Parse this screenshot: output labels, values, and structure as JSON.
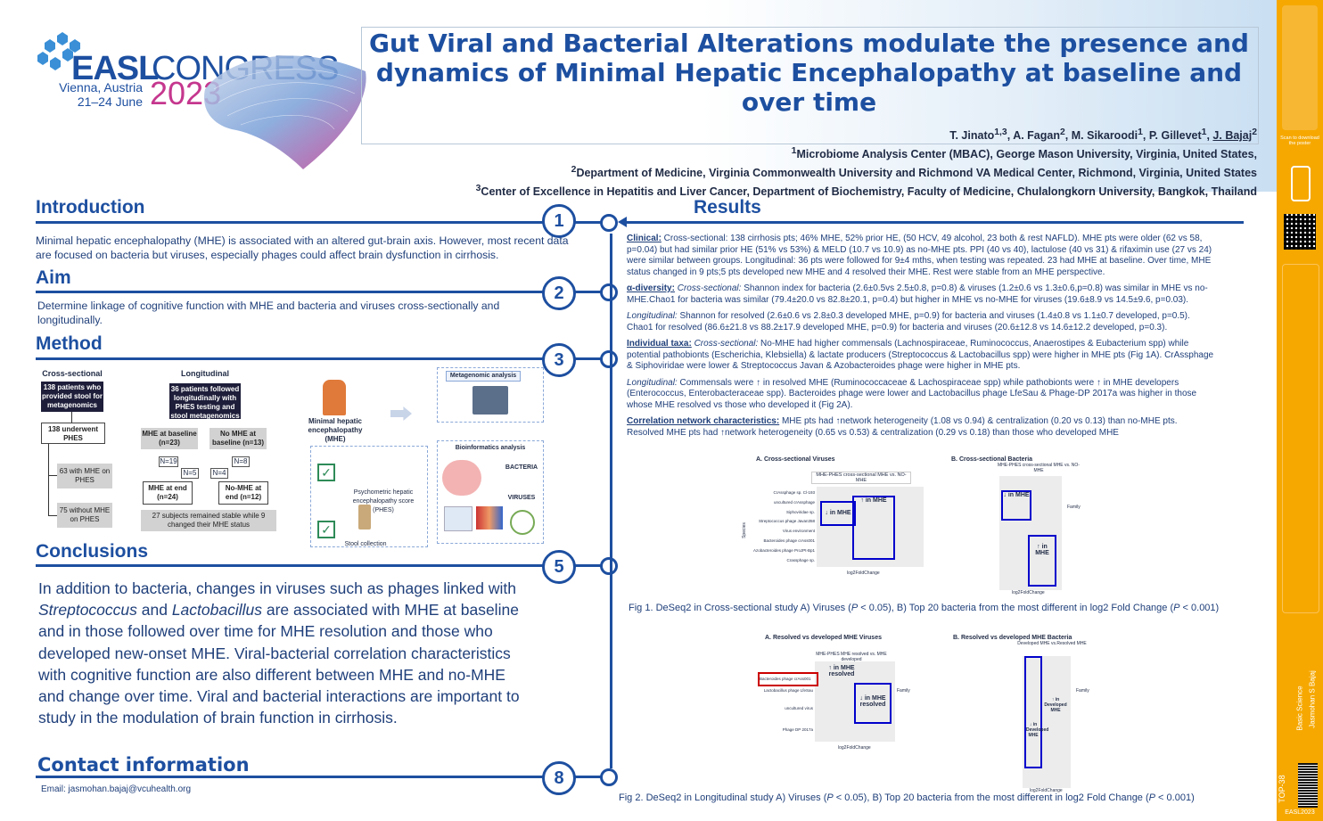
{
  "header": {
    "logo_text": "EASL",
    "congress_text": "CONGRESS",
    "location": "Vienna, Austria",
    "dates": "21–24 June",
    "year": "2023",
    "title": "Gut Viral and Bacterial Alterations modulate the presence and dynamics of Minimal Hepatic Encephalopathy at baseline and over time",
    "authors": {
      "a1": "T. Jinato",
      "a1_sup": "1,3",
      "a2": "A. Fagan",
      "a2_sup": "2",
      "a3": "M. Sikaroodi",
      "a3_sup": "1",
      "a4": "P. Gillevet",
      "a4_sup": "1",
      "a5": "J. Bajaj",
      "a5_sup": "2"
    },
    "affiliations": [
      "Microbiome Analysis Center (MBAC), George Mason University, Virginia, United States,",
      "Department of Medicine, Virginia Commonwealth University and Richmond VA Medical Center, Richmond, Virginia, United States",
      "Center of Excellence in Hepatitis and Liver Cancer, Department of Biochemistry, Faculty of Medicine, Chulalongkorn University, Bangkok, Thailand"
    ],
    "affiliation_nums": [
      "1",
      "2",
      "3"
    ]
  },
  "sections": {
    "introduction": {
      "heading": "Introduction",
      "number": "1",
      "text": "Minimal hepatic encephalopathy (MHE) is associated with an altered gut-brain axis. However, most recent data are focused on bacteria but viruses, especially phages could affect brain dysfunction in cirrhosis."
    },
    "aim": {
      "heading": "Aim",
      "number": "2",
      "text": "Determine linkage of cognitive function with MHE and bacteria and viruses cross-sectionally and longitudinally."
    },
    "method": {
      "heading": "Method",
      "number": "3",
      "cross_title": "Cross-sectional",
      "long_title": "Longitudinal",
      "cross_boxes": [
        "138 patients who provided stool for metagenomics",
        "138 underwent PHES",
        "63 with MHE on PHES",
        "75 without MHE on PHES"
      ],
      "long_boxes": [
        "36 patients followed longitudinally with PHES testing and stool metagenomics",
        "MHE at baseline (n=23)",
        "No MHE at baseline (n=13)",
        "MHE at end (n=24)",
        "No-MHE at end (n=12)"
      ],
      "long_n": [
        "N=19",
        "N=5",
        "N=4",
        "N=8"
      ],
      "long_note": "27 subjects remained stable while 9 changed their MHE status",
      "meta_title": "Metagenomic analysis",
      "patient_label": "Minimal hepatic encephalopathy (MHE)",
      "phes_label": "Psychometric hepatic encephalopathy score (PHES)",
      "stool_label": "Stool collection",
      "bio_title": "Bioinformatics analysis",
      "bacteria_label": "BACTERIA",
      "viruses_label": "VIRUSES"
    },
    "conclusions": {
      "heading": "Conclusions",
      "number": "5",
      "t1": "In addition to bacteria, changes in viruses such as phages linked with ",
      "i1": "Streptococcus",
      "t2": " and ",
      "i2": "Lactobacillus",
      "t3": " are associated with MHE at baseline and in those followed over time for MHE resolution and those who developed new-onset MHE. Viral-bacterial correlation characteristics with cognitive function are also different between MHE and no-MHE and change over time. Viral and bacterial interactions are important to study in the modulation of brain function in cirrhosis."
    },
    "contact": {
      "heading": "Contact information",
      "number": "8",
      "email": "Email: jasmohan.bajaj@vcuhealth.org"
    },
    "results": {
      "heading": "Results",
      "clinical_label": "Clinical:",
      "clinical_text": " Cross-sectional: 138 cirrhosis pts; 46% MHE, 52% prior HE, (50 HCV, 49 alcohol, 23 both & rest NAFLD). MHE pts were older (62 vs 58, p=0.04) but had similar prior HE (51% vs 53%) & MELD (10.7 vs 10.9) as no-MHE pts. PPI (40 vs 40), lactulose (40 vs 31) & rifaximin use (27 vs 24) were similar between groups. Longitudinal: 36 pts were followed for 9±4 mths, when testing was repeated. 23 had MHE at baseline. Over time, MHE status changed in 9 pts;5 pts developed new MHE and 4 resolved their MHE. Rest were stable from an MHE perspective.",
      "alpha_label": "α-diversity:",
      "alpha_cs": "Cross-sectional:",
      "alpha_text": " Shannon index for bacteria (2.6±0.5vs 2.5±0.8, p=0.8) & viruses (1.2±0.6 vs 1.3±0.6,p=0.8) was similar in MHE vs no-MHE.Chao1 for bacteria was similar (79.4±20.0 vs 82.8±20.1, p=0.4) but higher in MHE vs no-MHE for viruses (19.6±8.9 vs 14.5±9.6, p=0.03).",
      "alpha_long_label": "Longitudinal:",
      "alpha_long_text": " Shannon for resolved (2.6±0.6 vs 2.8±0.3 developed MHE, p=0.9) for bacteria and viruses (1.4±0.8 vs 1.1±0.7 developed, p=0.5). Chao1 for resolved (86.6±21.8 vs 88.2±17.9 developed MHE, p=0.9) for bacteria and viruses (20.6±12.8 vs 14.6±12.2 developed, p=0.3).",
      "taxa_label": "Individual taxa:",
      "taxa_cs": "Cross-sectional:",
      "taxa_text": " No-MHE had higher commensals (Lachnospiraceae, Ruminococcus, Anaerostipes & Eubacterium spp) while potential pathobionts (Escherichia, Klebsiella) & lactate producers (Streptococcus & Lactobacillus spp) were higher in MHE pts (Fig 1A). CrAssphage & Siphoviridae were lower & Streptococcus Javan & Azobacteroides phage were higher in MHE pts.",
      "taxa_long_label": "Longitudinal:",
      "taxa_long_text": " Commensals were ↑ in resolved MHE (Ruminococcaceae & Lachospiraceae spp) while pathobionts were ↑ in MHE developers (Enterococcus, Enterobacteraceae spp). Bacteroides phage were lower and Lactobacillus phage LfeSau & Phage-DP 2017a was higher in those whose MHE resolved vs those who developed it (Fig 2A).",
      "corr_label": "Correlation network characteristics:",
      "corr_text": " MHE pts had ↑network heterogeneity (1.08 vs 0.94) & centralization (0.20 vs 0.13) than no-MHE pts. Resolved MHE pts had ↑network heterogeneity (0.65 vs 0.53) & centralization (0.29 vs 0.18) than those who developed MHE",
      "fig1a_title": "A. Cross-sectional Viruses",
      "fig1a_sub": "MHE-PHES cross-sectional MHE vs. NO-MHE",
      "fig1a_rows": [
        "CrAssphage sp. Cl-193",
        "uncultured crAssphage",
        "Siphoviridae sp.",
        "Streptococcus phage Javan358",
        "Virus environment",
        "Bacteroides phage crAss001",
        "Azobacteroides phage ProJPt-Bp1",
        "Crassphage sp."
      ],
      "fig1a_down": "↓ in MHE",
      "fig1a_up": "↑ in MHE",
      "fig1b_title": "B. Cross-sectional Bacteria",
      "fig1b_sub": "MHE-PHES cross-sectional MHE vs. NO-MHE",
      "fig1b_down": "↓ in MHE",
      "fig1b_up": "↑ in MHE",
      "fig1_caption_pre": "Fig 1. DeSeq2 in Cross-sectional study A) Viruses (",
      "fig1_caption_p": "P",
      "fig1_caption_mid": " < 0.05), B) Top 20 bacteria from the most different in log2 Fold Change (",
      "fig1_caption_end": " < 0.001)",
      "fig2a_title": "A. Resolved vs developed MHE Viruses",
      "fig2a_sub": "MHE-PHES MHE resolved vs. MHE developed",
      "fig2a_rows": [
        "Bacteroides phage crAss001",
        "Lactobacillus phage LfeSau",
        "uncultured virus",
        "Phage DP 2017a"
      ],
      "fig2a_up": "↑ in MHE resolved",
      "fig2a_down": "↓ in MHE resolved",
      "fig2b_title": "B. Resolved vs developed MHE Bacteria",
      "fig2b_sub": "Developed MHE vs.Resolved MHE",
      "fig2b_down": "↓ in Developed MHE",
      "fig2b_up": "↑ in Developed MHE",
      "fig2_caption_pre": "Fig 2. DeSeq2 in Longitudinal study A) Viruses (",
      "fig2_caption_mid": " < 0.05), B) Top 20 bacteria from the most different in log2 Fold Change (",
      "fig2_caption_end": " < 0.001)",
      "axis_x": "log2FoldChange",
      "axis_y": "Species",
      "legend_title": "Family"
    }
  },
  "sidebar": {
    "scan_text": "Scan to download the poster",
    "code": "TOP-38",
    "category": "Basic Science",
    "author": "Jasmohan S Bajaj",
    "footer": "EASL2023"
  },
  "colors": {
    "brand": "#1d4fa0",
    "accent": "#f6a800",
    "highlight": "#0000cc",
    "alert": "#cc0000"
  }
}
